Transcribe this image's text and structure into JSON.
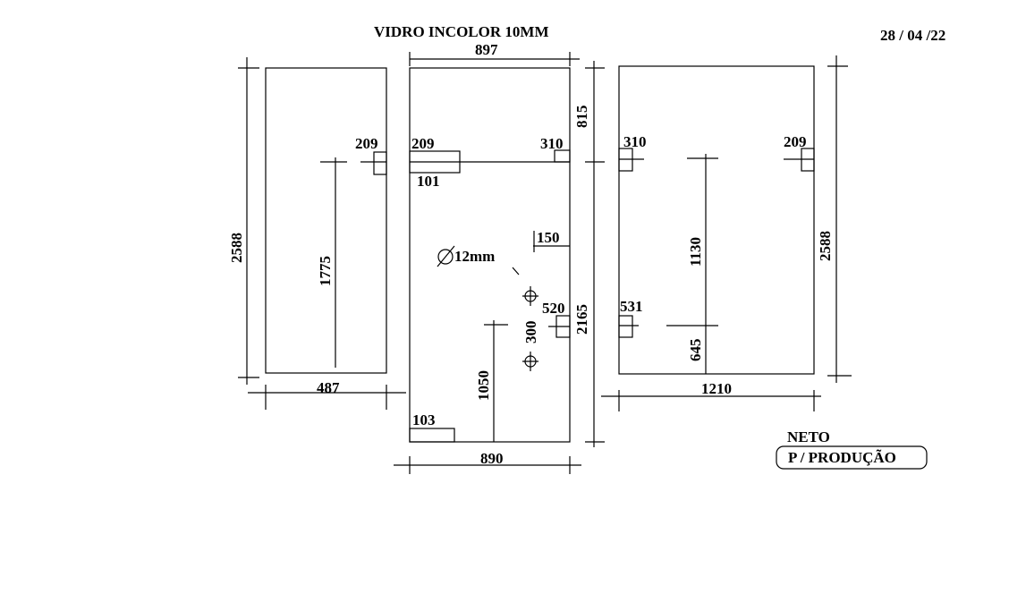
{
  "header": {
    "title": "VIDRO INCOLOR 10MM",
    "date": "28 / 04 /22"
  },
  "panel_left": {
    "height": "2588",
    "width": "487",
    "hinge_height": "1775",
    "hinge_label": "209"
  },
  "panel_center": {
    "top_width": "897",
    "bottom_width": "890",
    "top_offset": "815",
    "right_height": "2165",
    "cutout_left_label": "209",
    "cutout_left_depth": "101",
    "cutout_right_label": "310",
    "notch_offset": "150",
    "hole_diameter": "12mm",
    "hole_spacing": "300",
    "side_cutout_label": "520",
    "hole_height": "1050",
    "bottom_notch": "103"
  },
  "panel_right": {
    "width": "1210",
    "height": "2588",
    "hinge_span": "1130",
    "hinge_low": "645",
    "cutout_left_top": "310",
    "cutout_right_top": "209",
    "cutout_left_low": "531"
  },
  "footer": {
    "author": "NETO",
    "stamp": "P / PRODUÇÃO"
  }
}
